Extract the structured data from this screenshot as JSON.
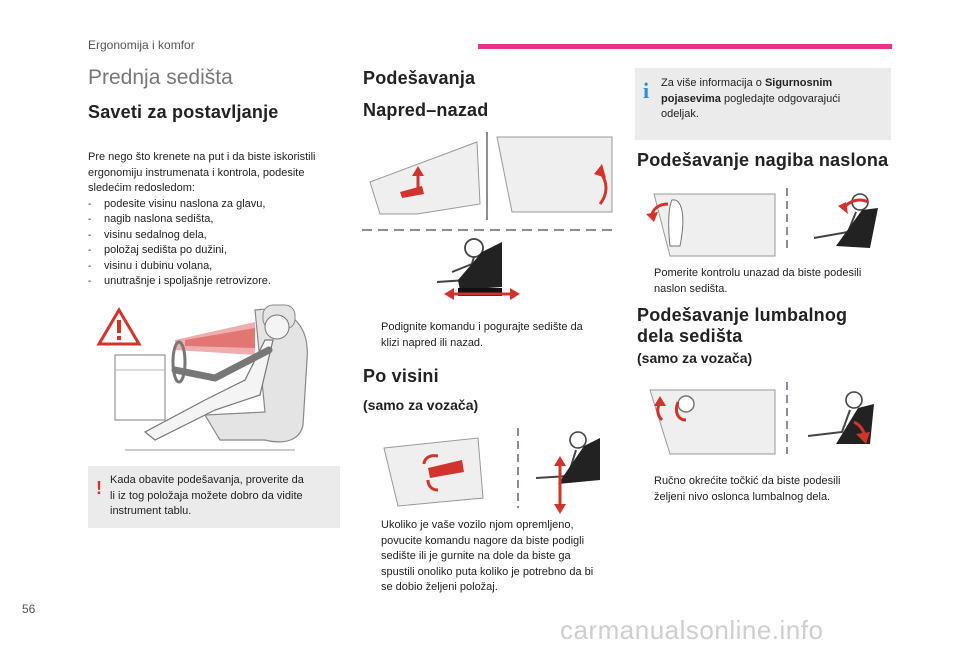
{
  "header": {
    "section": "Ergonomija i komfor",
    "accent_color": "#e8338a"
  },
  "page_title": "Prednja sedišta",
  "col1": {
    "heading": "Saveti za postavljanje",
    "intro_lines": [
      "Pre nego što krenete na put i da biste iskoristili",
      "ergonomiju instrumenata i kontrola, podesite",
      "sledećim redosledom:"
    ],
    "list": [
      "podesite visinu naslona za glavu,",
      "nagib naslona sedišta,",
      "visinu sedalnog dela,",
      "položaj sedišta po dužini,",
      "visinu i dubinu volana,",
      "unutrašnje i spoljašnje retrovizore."
    ],
    "list_dash": "-",
    "warning_icon": "warning-triangle-icon",
    "note_mark": "!",
    "note_lines": [
      "Kada obavite podešavanja, proverite da",
      "li iz tog položaja možete dobro da vidite",
      "instrument tablu."
    ]
  },
  "col2": {
    "heading": "Podešavanja",
    "sub1": "Napred–nazad",
    "sub1_bullet": [
      "Podignite komandu i pogurajte sedište da",
      "klizi napred ili nazad."
    ],
    "sub2": "Po visini",
    "sub2_sub": "(samo za vozača)",
    "sub2_bullet": [
      "Ukoliko je vaše vozilo njom opremljeno,",
      "povucite komandu nagore da biste podigli",
      "sedište ili je gurnite na dole da biste ga",
      "spustili onoliko puta koliko je potrebno da bi",
      "se dobio željeni položaj."
    ]
  },
  "col3": {
    "info_mark": "i",
    "info_before": "Za više informacija o ",
    "info_bold": "Sigurnosnim",
    "info_bold2": "pojasevima",
    "info_after": " pogledajte odgovarajući",
    "info_last": "odeljak.",
    "heading1": "Podešavanje nagiba naslona",
    "bullet1": [
      "Pomerite kontrolu unazad da biste podesili",
      "naslon sedišta."
    ],
    "heading2_line1": "Podešavanje lumbalnog",
    "heading2_line2": "dela sedišta",
    "heading2_sub": "(samo za vozača)",
    "bullet2": [
      "Ručno okrećite točkić da biste podesili",
      "željeni nivo oslonca lumbalnog dela."
    ]
  },
  "bullet_glyph": "",
  "page_number": "56",
  "watermark": "carmanualsonline.info",
  "colors": {
    "arrow_red": "#d0342c",
    "line_gray": "#8a8aa0",
    "note_bg": "#ebebeb"
  }
}
